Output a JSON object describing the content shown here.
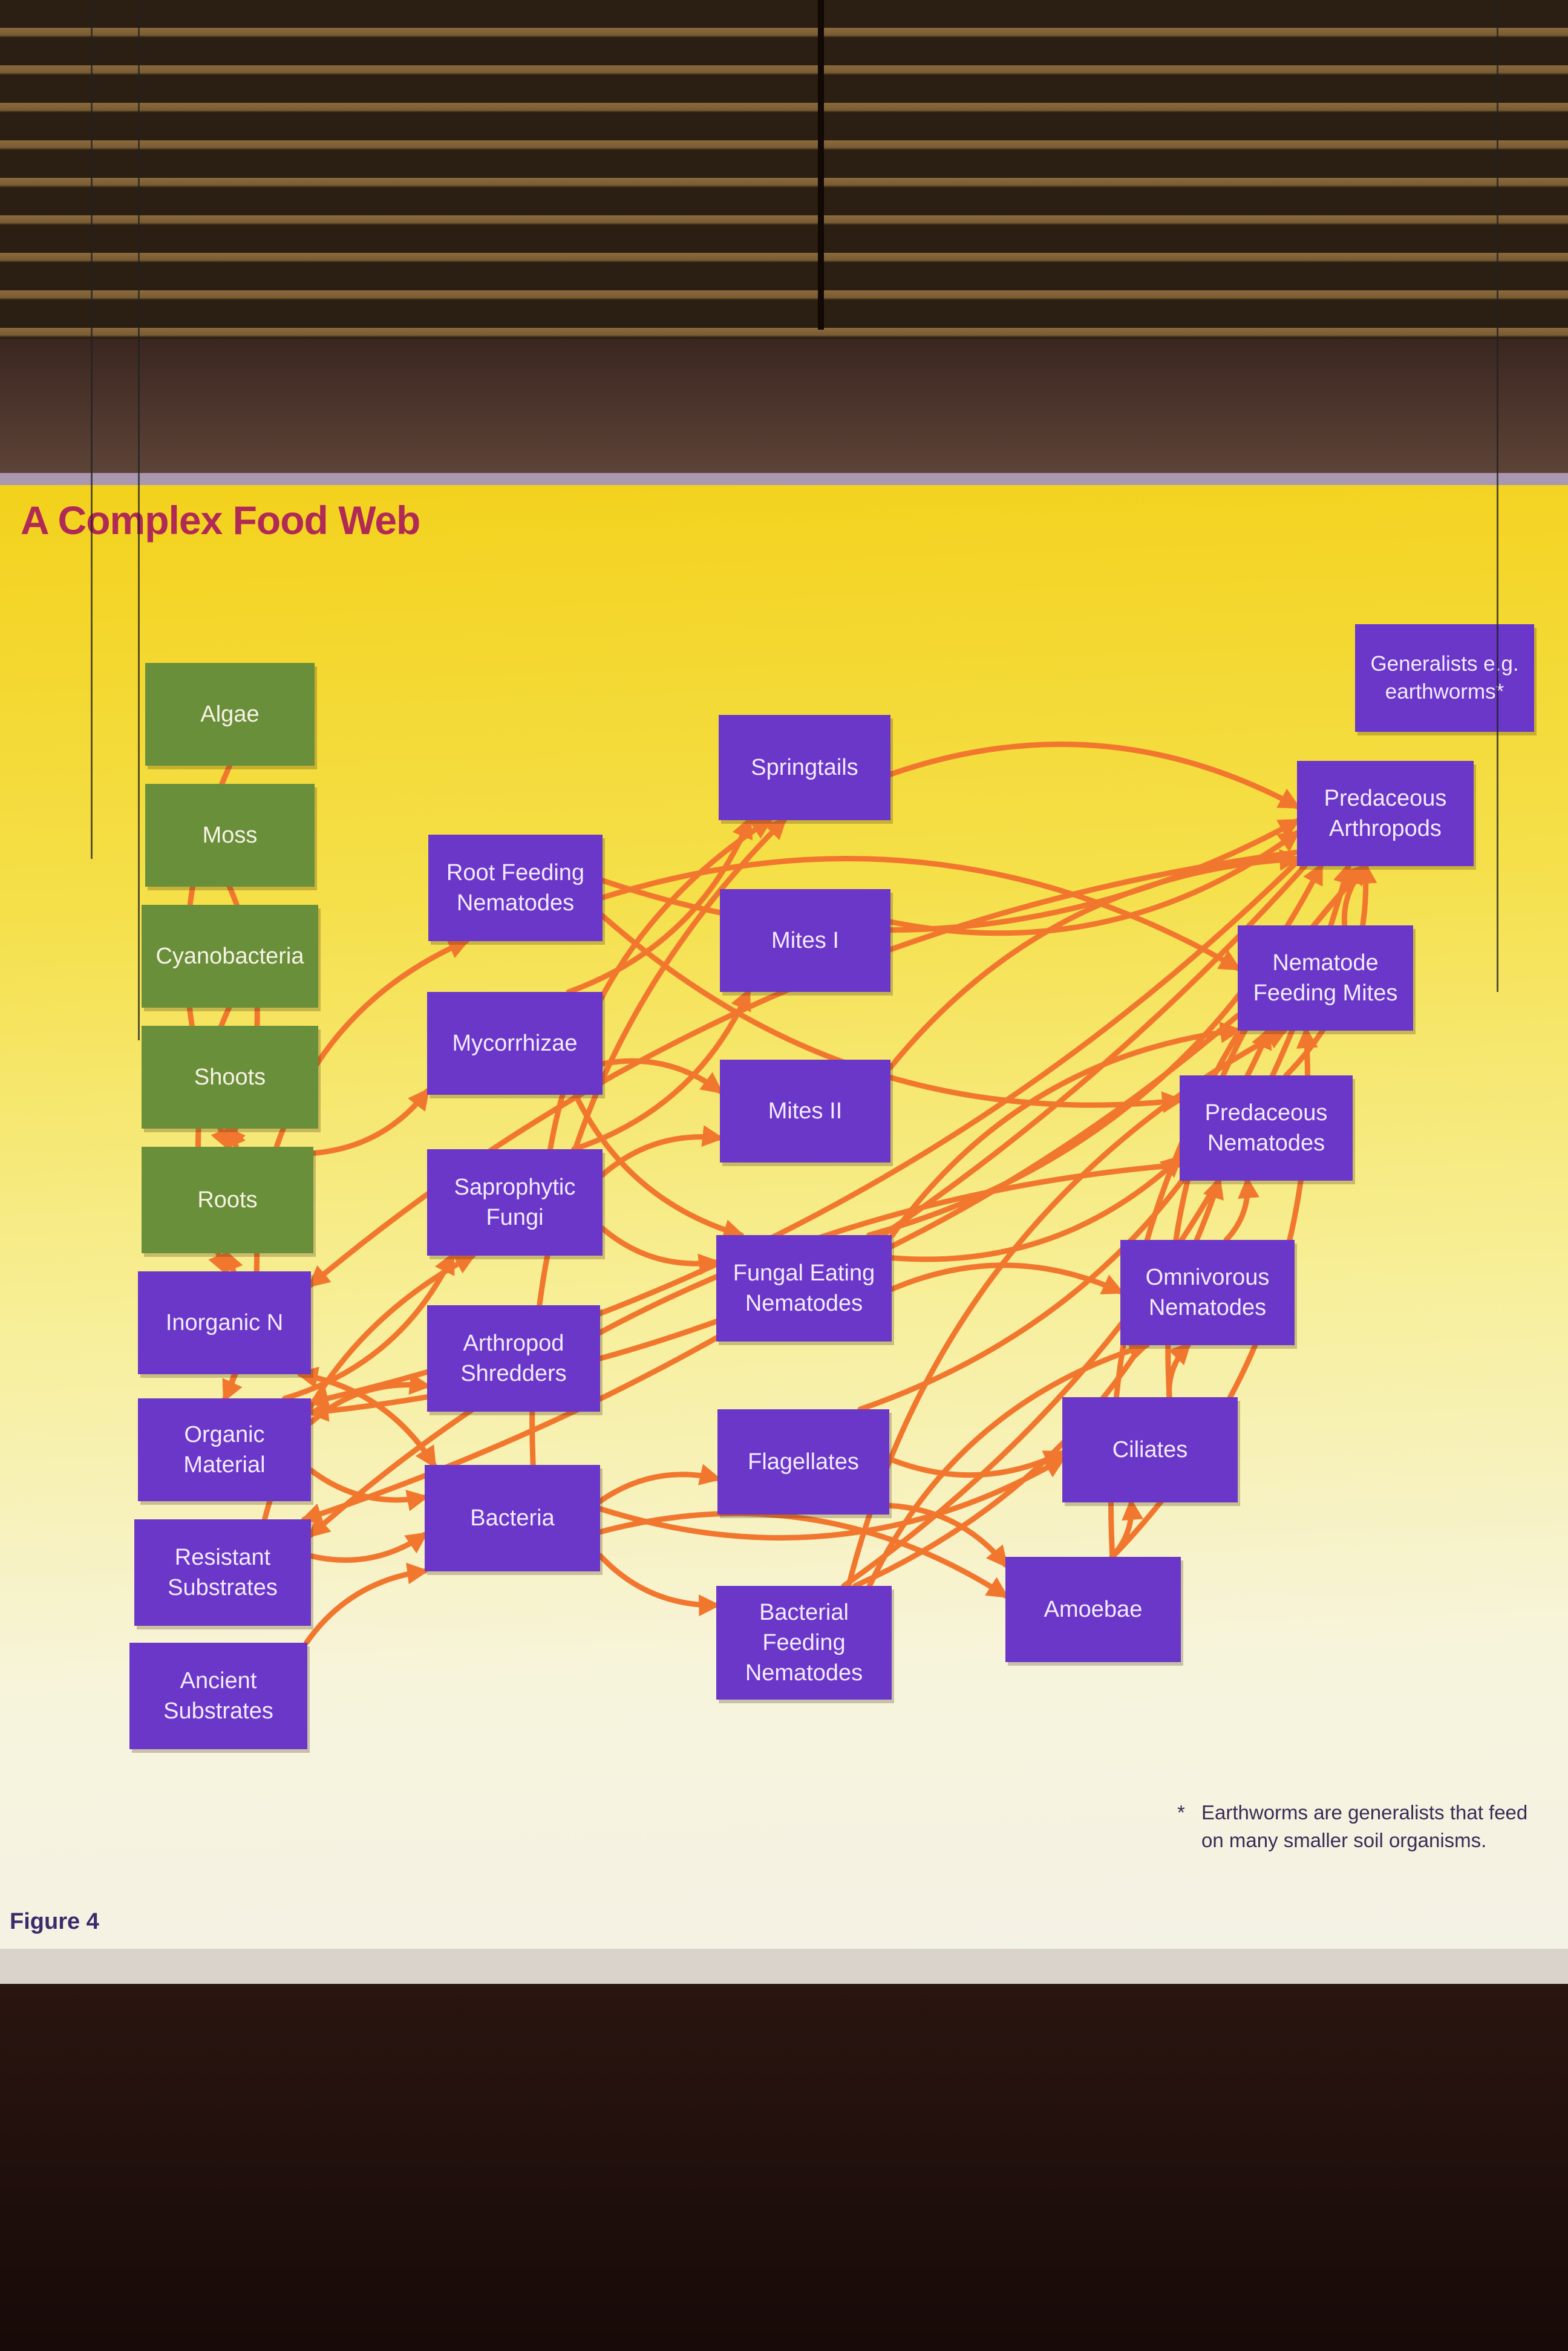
{
  "title": "A Complex Food Web",
  "figure_label": "Figure 4",
  "footnote": {
    "marker": "*",
    "text": "Earthworms are generalists that feed on many smaller soil organisms."
  },
  "colors": {
    "plant_box": "#6a8f3a",
    "organism_box": "#6a37c9",
    "arrow": "#f2772e",
    "title": "#b02a55"
  },
  "nodes": {
    "algae": "Algae",
    "moss": "Moss",
    "cyanobacteria": "Cyanobacteria",
    "shoots": "Shoots",
    "roots": "Roots",
    "inorganic_n": "Inorganic N",
    "organic_material": "Organic Material",
    "resistant_substrates": "Resistant Substrates",
    "ancient_substrates": "Ancient Substrates",
    "root_feeding_nematodes": "Root Feeding Nematodes",
    "mycorrhizae": "Mycorrhizae",
    "saprophytic_fungi": "Saprophytic Fungi",
    "arthropod_shredders": "Arthropod Shredders",
    "bacteria": "Bacteria",
    "springtails": "Springtails",
    "mites_1": "Mites I",
    "mites_2": "Mites II",
    "fungal_eating_nematodes": "Fungal Eating Nematodes",
    "flagellates": "Flagellates",
    "bacterial_feeding_nematodes": "Bacterial Feeding Nematodes",
    "generalists": "Generalists e.g. earthworms*",
    "predaceous_arthropods": "Predaceous Arthropods",
    "nematode_feeding_mites": "Nematode Feeding Mites",
    "predaceous_nematodes": "Predaceous Nematodes",
    "omnivorous_nematodes": "Omnivorous Nematodes",
    "ciliates": "Ciliates",
    "amoebae": "Amoebae"
  },
  "edges": [
    [
      "algae",
      "roots"
    ],
    [
      "moss",
      "roots"
    ],
    [
      "cyanobacteria",
      "inorganic_n"
    ],
    [
      "shoots",
      "organic_material"
    ],
    [
      "roots",
      "shoots"
    ],
    [
      "shoots",
      "roots"
    ],
    [
      "inorganic_n",
      "roots"
    ],
    [
      "roots",
      "root_feeding_nematodes"
    ],
    [
      "roots",
      "mycorrhizae"
    ],
    [
      "roots",
      "organic_material"
    ],
    [
      "organic_material",
      "saprophytic_fungi"
    ],
    [
      "organic_material",
      "arthropod_shredders"
    ],
    [
      "organic_material",
      "bacteria"
    ],
    [
      "resistant_substrates",
      "saprophytic_fungi"
    ],
    [
      "resistant_substrates",
      "bacteria"
    ],
    [
      "ancient_substrates",
      "bacteria"
    ],
    [
      "bacteria",
      "inorganic_n"
    ],
    [
      "inorganic_n",
      "bacteria"
    ],
    [
      "mycorrhizae",
      "springtails"
    ],
    [
      "mycorrhizae",
      "mites_2"
    ],
    [
      "mycorrhizae",
      "fungal_eating_nematodes"
    ],
    [
      "saprophytic_fungi",
      "springtails"
    ],
    [
      "saprophytic_fungi",
      "mites_1"
    ],
    [
      "saprophytic_fungi",
      "mites_2"
    ],
    [
      "saprophytic_fungi",
      "fungal_eating_nematodes"
    ],
    [
      "bacteria",
      "flagellates"
    ],
    [
      "bacteria",
      "bacterial_feeding_nematodes"
    ],
    [
      "bacteria",
      "amoebae"
    ],
    [
      "bacteria",
      "ciliates"
    ],
    [
      "bacteria",
      "springtails"
    ],
    [
      "flagellates",
      "ciliates"
    ],
    [
      "flagellates",
      "amoebae"
    ],
    [
      "amoebae",
      "ciliates"
    ],
    [
      "ciliates",
      "omnivorous_nematodes"
    ],
    [
      "omnivorous_nematodes",
      "predaceous_nematodes"
    ],
    [
      "springtails",
      "predaceous_arthropods"
    ],
    [
      "mites_1",
      "predaceous_arthropods"
    ],
    [
      "mites_2",
      "predaceous_arthropods"
    ],
    [
      "fungal_eating_nematodes",
      "predaceous_arthropods"
    ],
    [
      "fungal_eating_nematodes",
      "nematode_feeding_mites"
    ],
    [
      "fungal_eating_nematodes",
      "predaceous_nematodes"
    ],
    [
      "fungal_eating_nematodes",
      "omnivorous_nematodes"
    ],
    [
      "bacterial_feeding_nematodes",
      "predaceous_nematodes"
    ],
    [
      "bacterial_feeding_nematodes",
      "nematode_feeding_mites"
    ],
    [
      "bacterial_feeding_nematodes",
      "predaceous_arthropods"
    ],
    [
      "bacterial_feeding_nematodes",
      "omnivorous_nematodes"
    ],
    [
      "root_feeding_nematodes",
      "predaceous_arthropods"
    ],
    [
      "root_feeding_nematodes",
      "nematode_feeding_mites"
    ],
    [
      "root_feeding_nematodes",
      "predaceous_nematodes"
    ],
    [
      "nematode_feeding_mites",
      "predaceous_arthropods"
    ],
    [
      "predaceous_nematodes",
      "predaceous_arthropods"
    ],
    [
      "amoebae",
      "predaceous_arthropods"
    ],
    [
      "amoebae",
      "nematode_feeding_mites"
    ],
    [
      "ciliates",
      "predaceous_arthropods"
    ],
    [
      "flagellates",
      "nematode_feeding_mites"
    ],
    [
      "predaceous_arthropods",
      "organic_material"
    ],
    [
      "predaceous_arthropods",
      "inorganic_n"
    ],
    [
      "predaceous_arthropods",
      "resistant_substrates"
    ],
    [
      "predaceous_nematodes",
      "resistant_substrates"
    ],
    [
      "nematode_feeding_mites",
      "organic_material"
    ]
  ]
}
